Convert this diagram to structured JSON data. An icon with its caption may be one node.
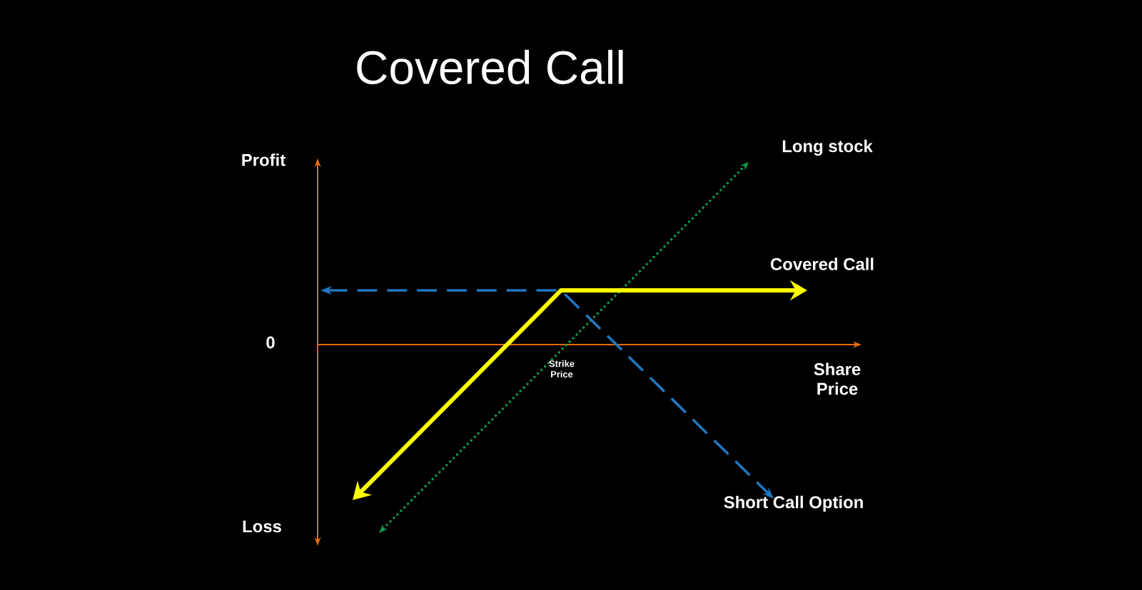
{
  "diagram": {
    "title": "Covered Call",
    "labels": [
      "Profit",
      "Long stock",
      "Covered Call",
      "0",
      "Strike Price",
      "Share Price",
      "Short Call Option",
      "Loss"
    ]
  }
}
